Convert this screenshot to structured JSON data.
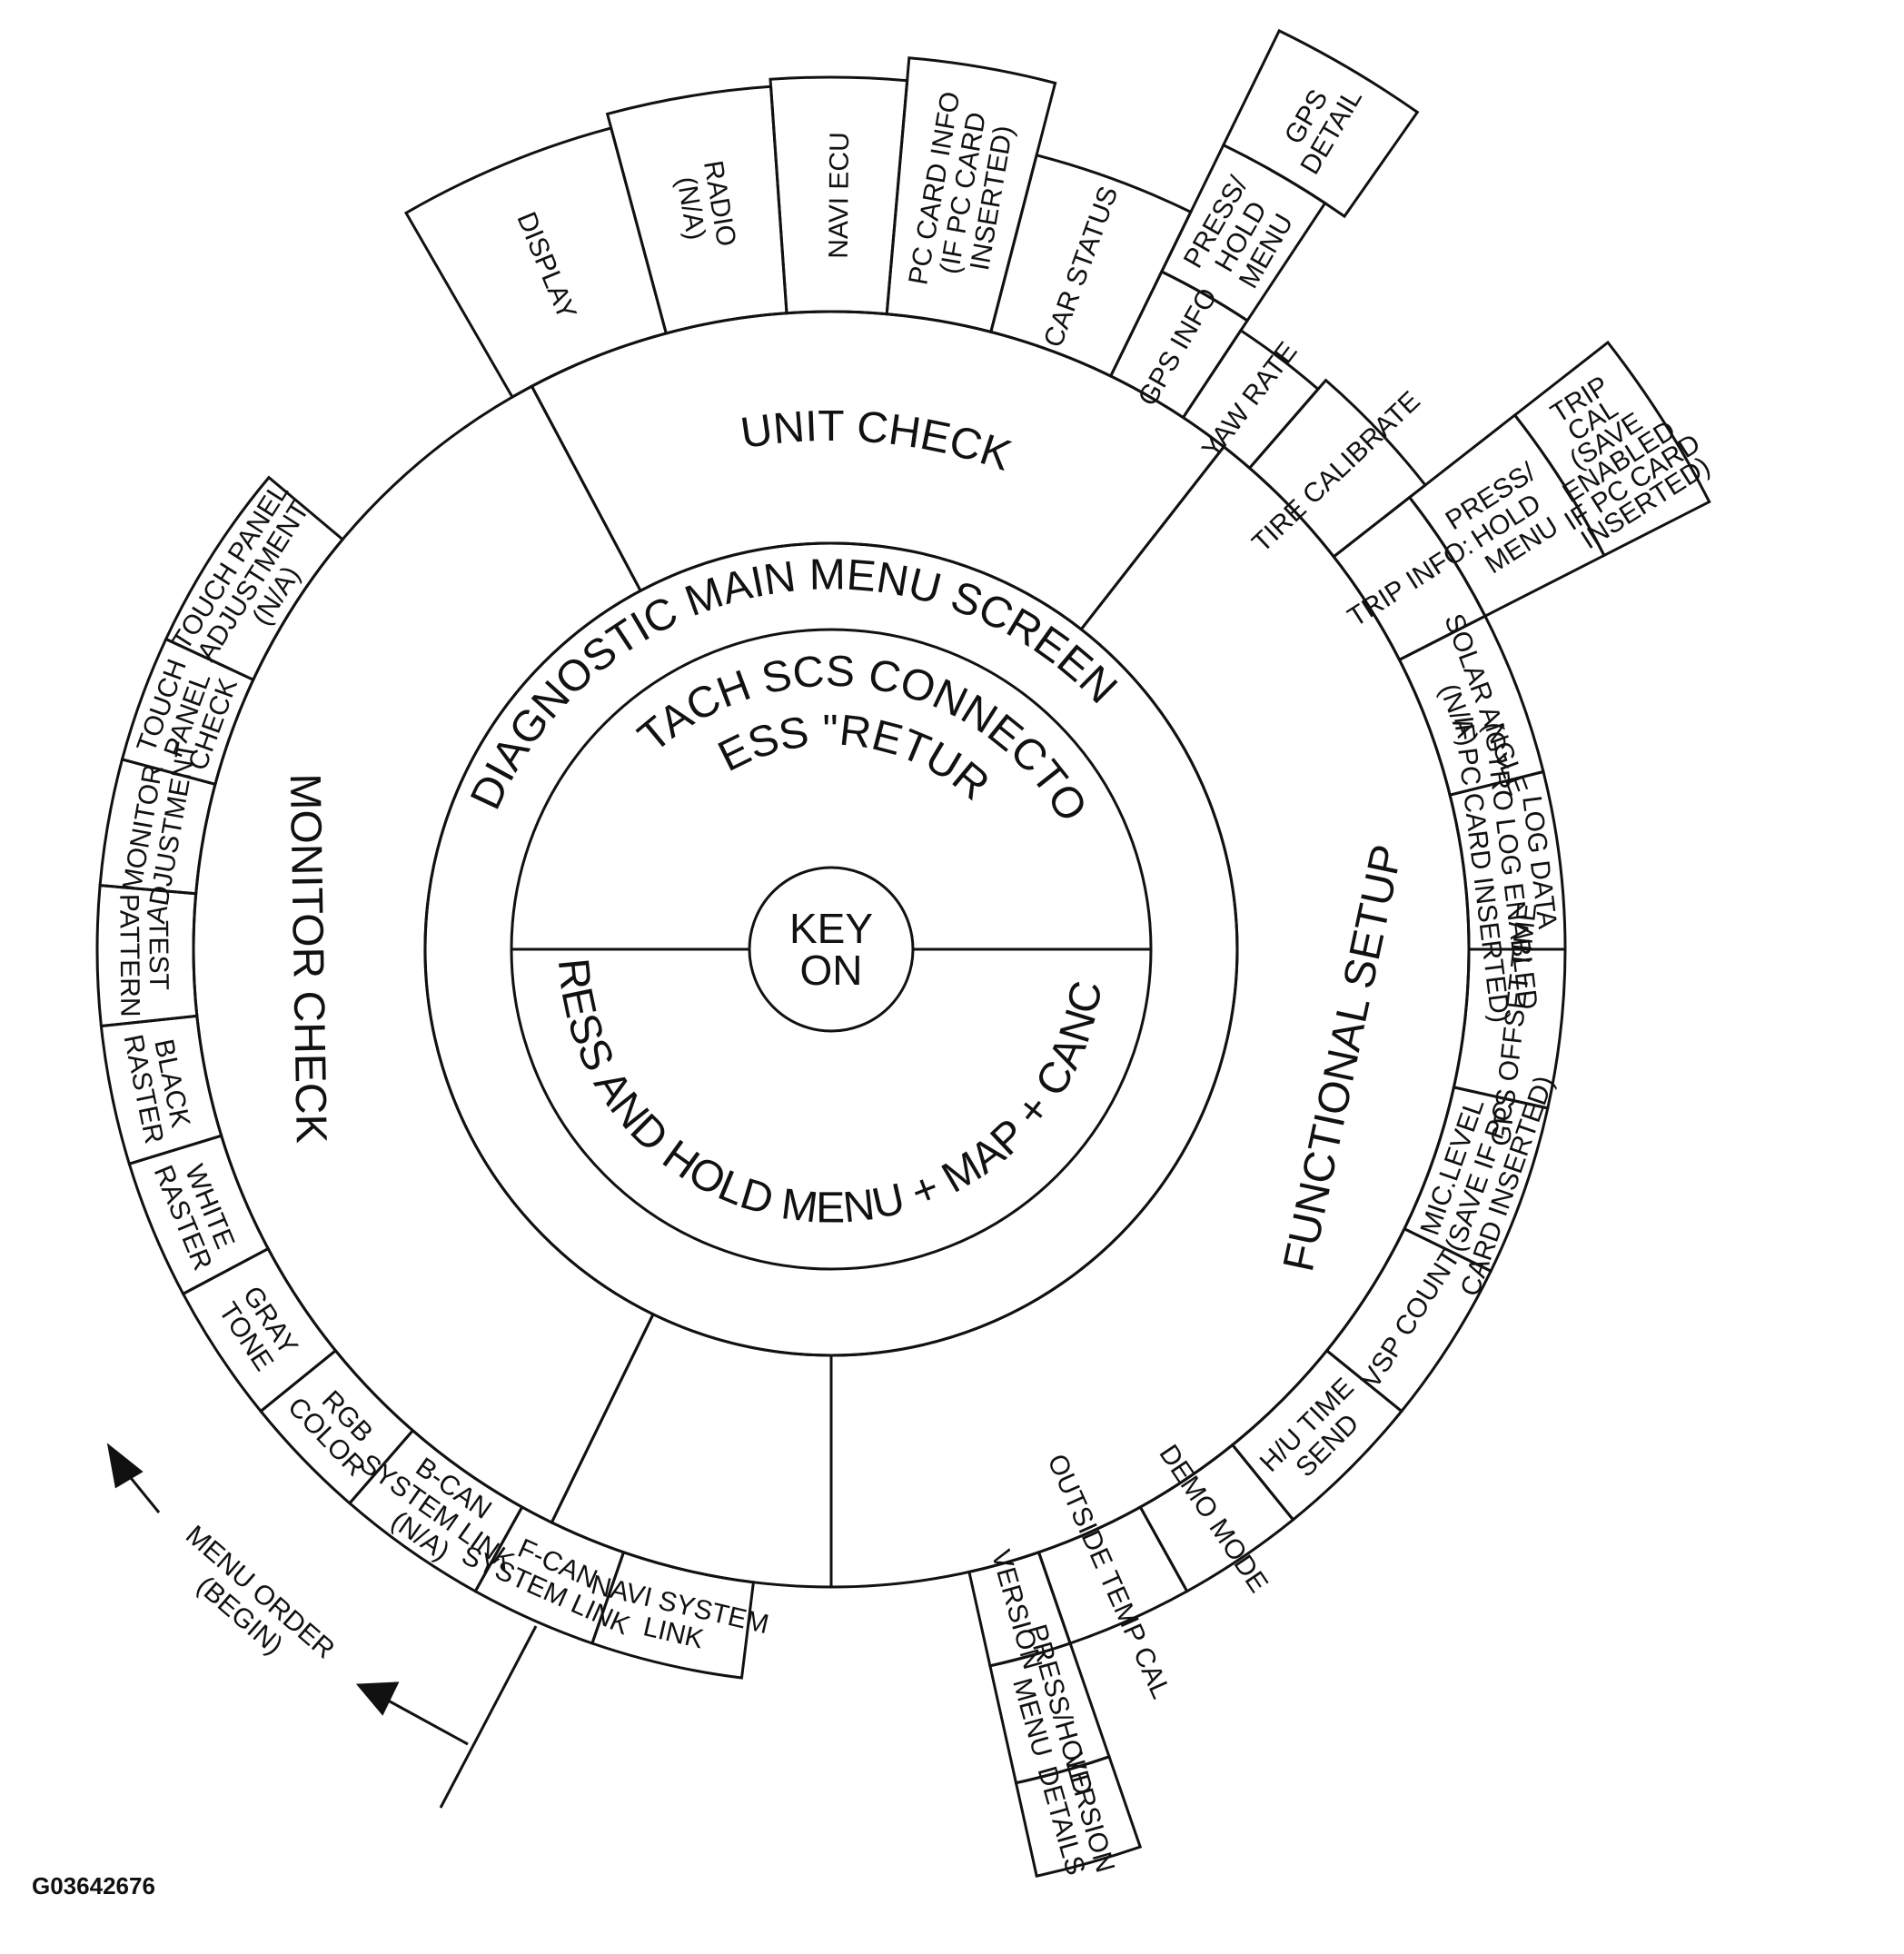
{
  "center_label": [
    "KEY",
    "ON"
  ],
  "main_menu_title": "DIAGNOSTIC MAIN MENU SCREEN",
  "upper_instruction": [
    "ATTACH SCS CONNECTOR",
    "PRESS \"RETURN\""
  ],
  "lower_instruction": "PRESS AND HOLD MENU + MAP + CANCEL",
  "categories": {
    "unit_check": "UNIT CHECK",
    "functional_setup": "FUNCTIONAL SETUP",
    "monitor_check": "MONITOR CHECK"
  },
  "unit_check_items": [
    [
      "DISPLAY"
    ],
    [
      "RADIO",
      "(N/A)"
    ],
    [
      "NAVI ECU"
    ],
    [
      "PC CARD INFO",
      "(IF PC CARD",
      "INSERTED)"
    ]
  ],
  "functional_setup_items": [
    [
      "CAR STATUS"
    ],
    [
      "GPS INFO"
    ],
    [
      "PRESS/",
      "HOLD",
      "MENU"
    ],
    [
      "GPS",
      "DETAIL"
    ],
    [
      "YAW RATE"
    ],
    [
      "TIRE CALIBRATE"
    ],
    [
      "TRIP INFO:"
    ],
    [
      "PRESS/",
      "HOLD",
      "MENU"
    ],
    [
      "TRIP",
      "CAL",
      "(SAVE",
      "ENABLED",
      "IF PC CARD",
      "INSERTED)"
    ],
    [
      "SOLAR ANGLE",
      "(N/A)"
    ],
    [
      "LOG DATA",
      "(GYRO LOG ENABLED",
      "IF PC CARD INSERTED)"
    ],
    [
      "GPS OFFSET TIME"
    ],
    [
      "MIC.LEVEL",
      "(SAVE IF PC",
      "CARD INSERTED)"
    ],
    [
      "VSP COUNT"
    ],
    [
      "H/U TIME",
      "SEND"
    ],
    [
      "DEMO MODE"
    ],
    [
      "OUTSIDE TEMP CAL"
    ],
    [
      "VERSION"
    ],
    [
      "PRESS/HOLD",
      "MENU"
    ],
    [
      "VERSION",
      "DETAILS"
    ]
  ],
  "monitor_check_items": [
    [
      "RGB",
      "COLOR"
    ],
    [
      "GRAY",
      "TONE"
    ],
    [
      "WHITE",
      "RASTER"
    ],
    [
      "BLACK",
      "RASTER"
    ],
    [
      "TEST",
      "PATTERN"
    ],
    [
      "MONITOR",
      "ADJUSTMENT"
    ],
    [
      "TOUCH",
      "PANEL",
      "CHECK"
    ],
    [
      "TOUCH PANEL",
      "ADJUSTMENT",
      "(N/A)"
    ]
  ],
  "link_items": [
    [
      "B-CAN",
      "SYSTEM LINK",
      "(N/A)"
    ],
    [
      "F-CAN",
      "SYSTEM LINK"
    ],
    [
      "NAVI SYSTEM",
      "LINK"
    ]
  ],
  "menu_order_label": [
    "MENU ORDER",
    "(BEGIN)"
  ],
  "figure_id": "G03642676"
}
